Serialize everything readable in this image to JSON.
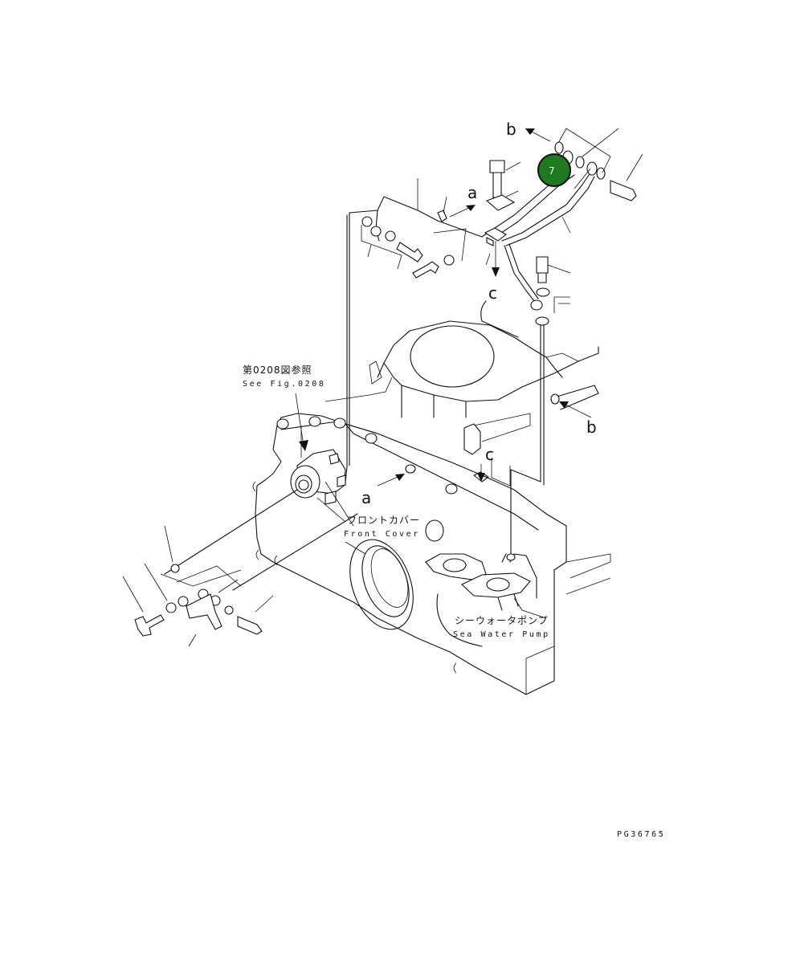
{
  "callout": {
    "number": "7",
    "fill_color": "#1e7a1e"
  },
  "arrow_labels": {
    "b_top": "b",
    "a_top": "a",
    "c_top": "c",
    "b_right": "b",
    "c_mid": "c",
    "a_mid": "a"
  },
  "references": {
    "see_fig_jp": "第0208図参照",
    "see_fig_en": "See Fig.0208",
    "front_cover_jp": "フロントカバー",
    "front_cover_en": "Front Cover",
    "sea_water_pump_jp": "シーウォータポンプ",
    "sea_water_pump_en": "Sea Water Pump"
  },
  "drawing_number": "PG36765"
}
